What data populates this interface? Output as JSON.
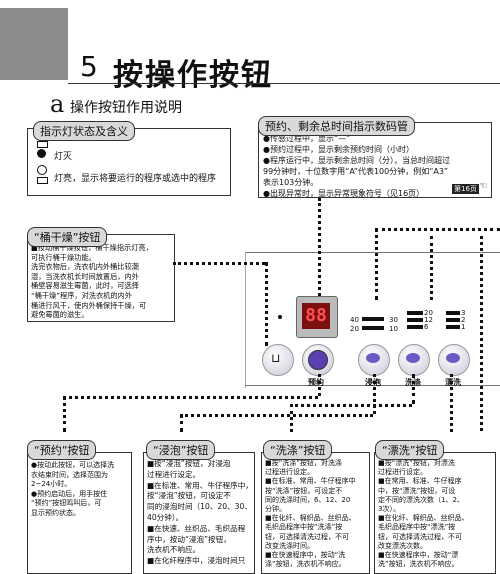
{
  "header": {
    "number": "5",
    "title": "按操作按钮"
  },
  "subheader": {
    "letter": "a",
    "text": "操作按钮作用说明"
  },
  "indicator": {
    "title": "指示灯状态及含义",
    "off_label": "灯灭",
    "on_label": "灯亮，显示将要运行的程序或选中的程序"
  },
  "timer": {
    "title": "预约、剩余总时间指示数码管",
    "lines": [
      "●传感过程中，显示“—”",
      "●预约过程中，显示剩余预约时间（小时）",
      "●程序运行中，显示剩余总时间（分），当总时间超过",
      "  99分钟时，十位数字用“A”代表100分钟，例如“A3”",
      "  表示103分钟。",
      "●出现异常时，显示异常現象符号（见16页）"
    ],
    "page_tag": "第16页"
  },
  "dry": {
    "title": "“桶干燥”按钮",
    "lines": [
      "■按动桶干燥按钮，桶干燥指示灯亮，",
      "  可执行桶干燥功能。",
      "  洗完衣物后，洗衣机内外桶比较潮",
      "  湿，当洗衣机长时间放置后，内外",
      "  桶壁容易滋生霉菌，此时，可选择",
      "  “桶干燥”程序，对洗衣机的内外",
      "  桶进行风干，使内外桶保持干燥，可",
      "  避免霉菌的滋生。"
    ]
  },
  "panel": {
    "display": "88",
    "levels_left": [
      "40",
      "20"
    ],
    "levels_right": [
      "30",
      "10"
    ],
    "small_nums_a": [
      "20",
      "12",
      "6"
    ],
    "small_nums_b": [
      "3",
      "2",
      "1"
    ],
    "buttons": [
      "预约",
      "浸泡",
      "洗涤",
      "漂洗"
    ]
  },
  "reserve": {
    "title": "“预约”按钮",
    "lines": [
      "●按动此按钮，可以选择洗",
      "  衣结束时间，选择范围为",
      "  2~24小时。",
      "●预约启动后，用手按住",
      "  “预约”按钮鸣叫后，可",
      "  显示预约状态。"
    ]
  },
  "soak": {
    "title": "“浸泡”按钮",
    "lines": [
      "■按“浸泡”按钮，对浸泡",
      "  过程进行设定。",
      "■在标准、常用、牛仔程序中，",
      "  按“浸泡”按钮，可设定不",
      "  同的浸泡时间（10、20、30、",
      "  40分钟）。",
      "■在快速、丝织品、毛织品程",
      "  序中，按动“浸泡”按钮，",
      "  洗衣机不响应。",
      "■在化纤程序中，浸泡时间只"
    ]
  },
  "wash": {
    "title": "“洗涤”按钮",
    "lines": [
      "■按“洗涤”按钮，对洗涤",
      "  过程进行设定。",
      "■在标准、常用、牛仔程序中",
      "  按“洗涤”按钮，可设定不",
      "  同的洗涤时间，6、12、20",
      "  分钟。",
      "■在化纤、棉织品、丝织品、",
      "  毛织品程序中按“洗涤”按",
      "  钮，可选择清洗过程，不可",
      "  改变洗涤时间。",
      "■在快速程序中，按动“洗",
      "  涤”按钮，洗衣机不响应。"
    ]
  },
  "rinse": {
    "title": "“漂洗”按钮",
    "lines": [
      "■按“漂洗”按钮，对漂洗",
      "  过程进行设定。",
      "■在常用、标准、牛仔程序",
      "  中，按“漂洗”按钮，可设",
      "  定不同的漂洗次数（1、2、",
      "  3次）。",
      "■在化纤、棉织品、丝织品、",
      "  毛织品程序中按“漂洗”按",
      "  钮，可选择清洗过程，不可",
      "  改变漂洗次数。",
      "■在快速程序中，按动“漂",
      "  洗”按钮，洗衣机不响应。"
    ]
  }
}
